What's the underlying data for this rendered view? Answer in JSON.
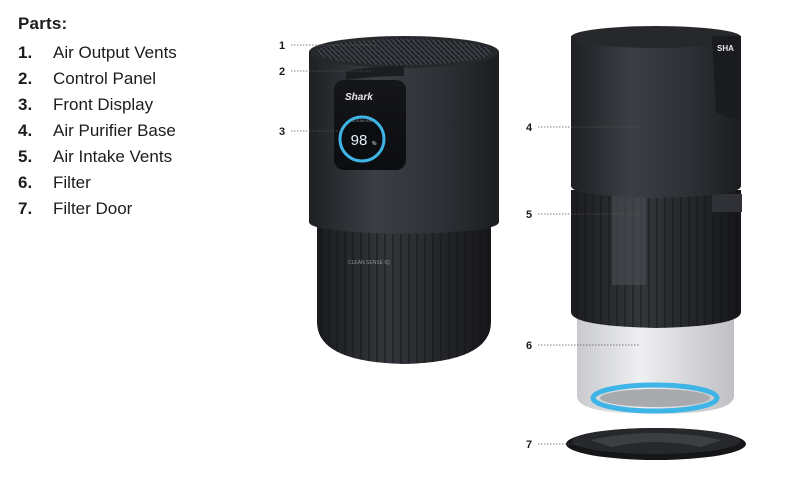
{
  "parts_title": "Parts:",
  "parts": [
    {
      "num": "1.",
      "label": "Air Output Vents"
    },
    {
      "num": "2.",
      "label": "Control Panel"
    },
    {
      "num": "3.",
      "label": "Front Display"
    },
    {
      "num": "4.",
      "label": "Air Purifier Base"
    },
    {
      "num": "5.",
      "label": "Air Intake Vents"
    },
    {
      "num": "6.",
      "label": "Filter"
    },
    {
      "num": "7.",
      "label": "Filter Door"
    }
  ],
  "callouts": [
    "1",
    "2",
    "3",
    "4",
    "5",
    "6",
    "7"
  ],
  "device": {
    "brand": "Shark",
    "display_value": "98",
    "display_unit": "%",
    "display_caption": "CLEAN AIR",
    "badge_text": "CLEAN SENSE IQ",
    "brand_partial": "SHA"
  },
  "colors": {
    "body": "#2f3136",
    "ring": "#3fb4e6",
    "filter": "#dcdde0"
  }
}
